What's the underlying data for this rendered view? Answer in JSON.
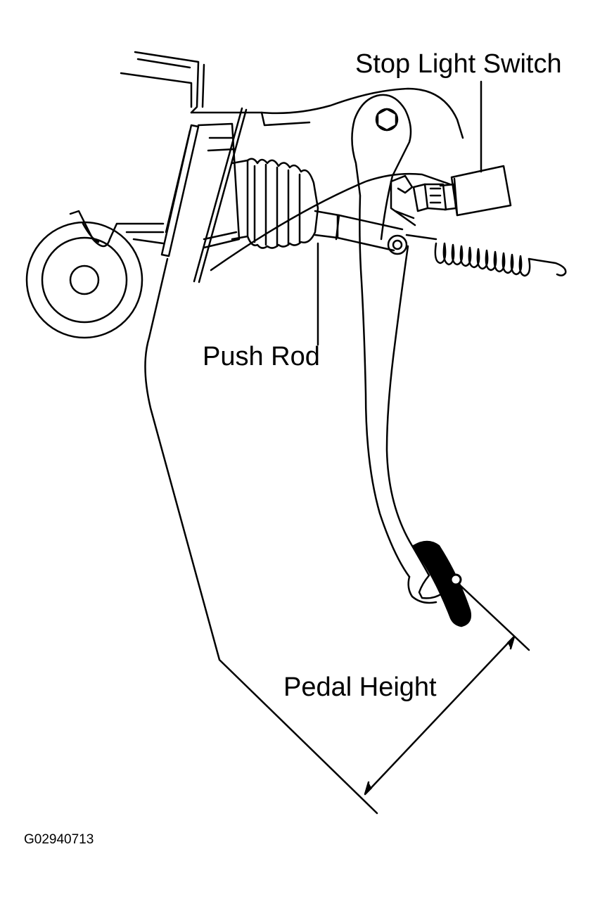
{
  "figure_code": "G02940713",
  "labels": {
    "stop_light_switch": "Stop Light Switch",
    "push_rod": "Push Rod",
    "pedal_height": "Pedal Height"
  },
  "colors": {
    "ink": "#000000",
    "paper": "#ffffff"
  }
}
